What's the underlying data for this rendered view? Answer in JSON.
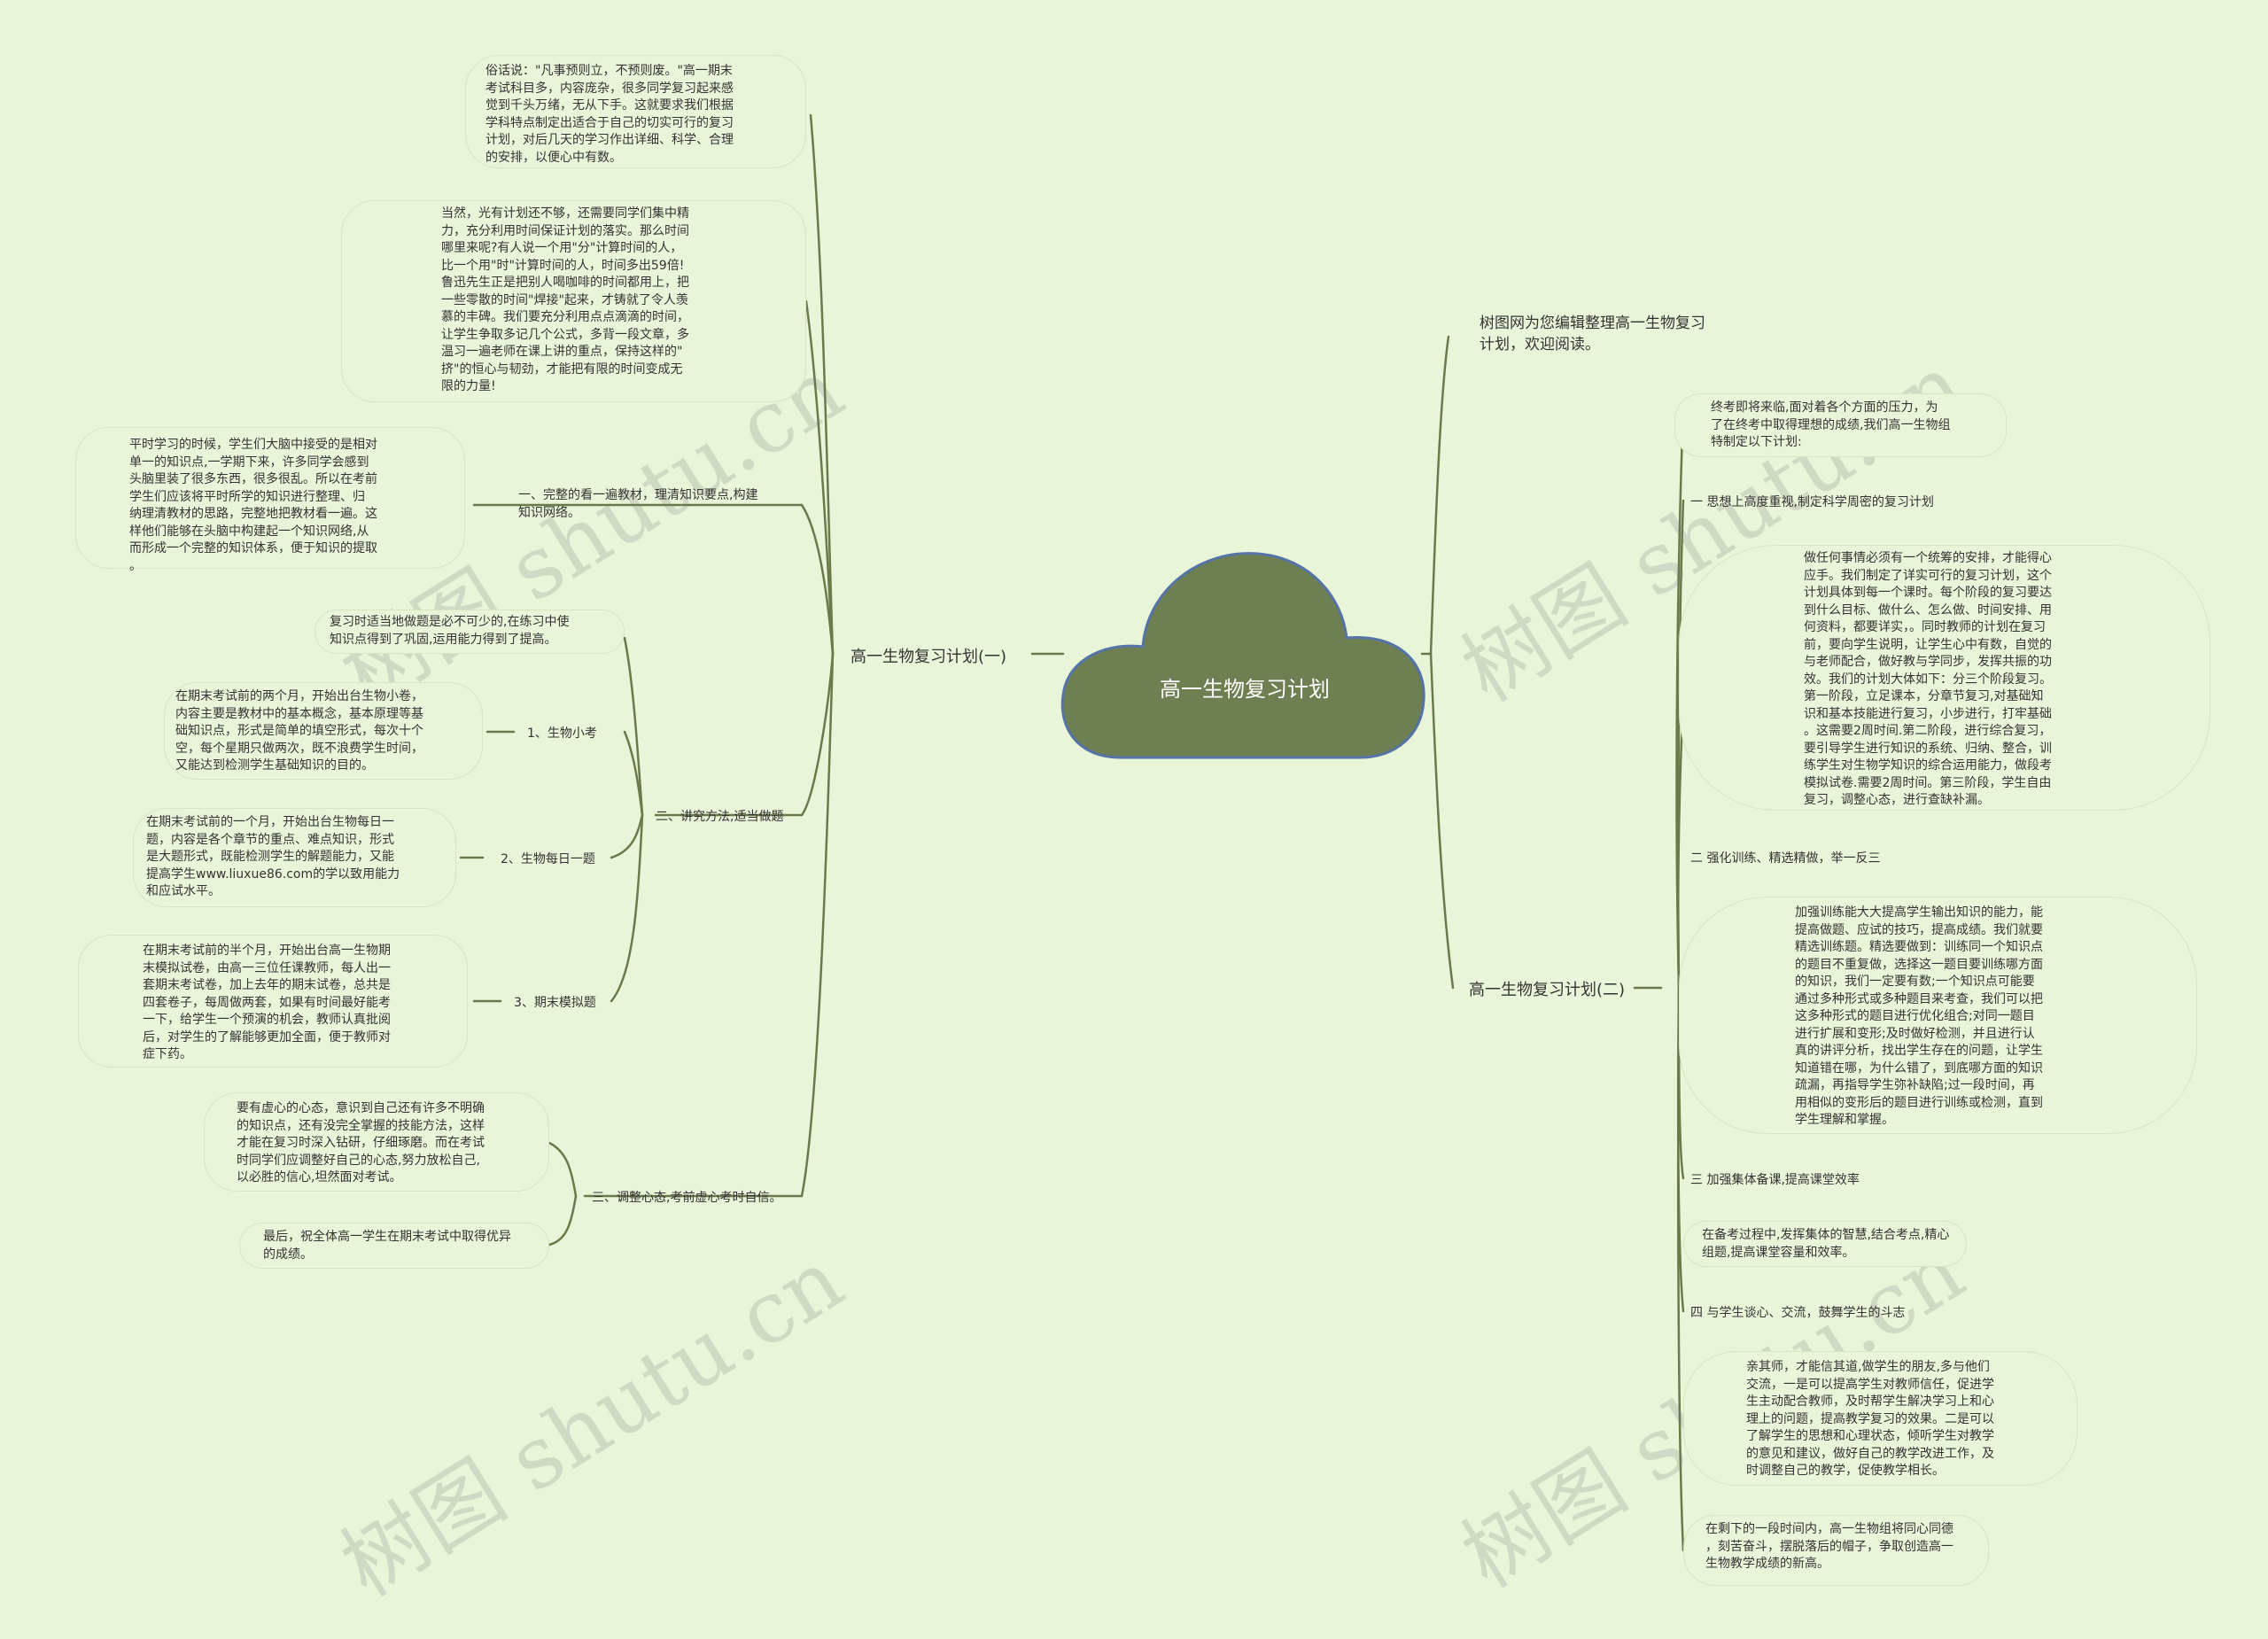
{
  "center": {
    "title": "高一生物复习计划"
  },
  "watermark": "树图 shutu.cn",
  "left_branch": {
    "title": "高一生物复习计划(一)",
    "intro1": "俗话说：\"凡事预则立，不预则废。\"高一期末\n考试科目多，内容庞杂，很多同学复习起来感\n觉到千头万绪，无从下手。这就要求我们根据\n学科特点制定出适合于自己的切实可行的复习\n计划，对后几天的学习作出详细、科学、合理\n的安排，以便心中有数。",
    "intro2": "当然，光有计划还不够，还需要同学们集中精\n力，充分利用时间保证计划的落实。那么时间\n哪里来呢?有人说一个用\"分\"计算时间的人，\n比一个用\"时\"计算时间的人，时间多出59倍!\n鲁迅先生正是把别人喝咖啡的时间都用上，把\n一些零散的时间\"焊接\"起来，才铸就了令人羡\n慕的丰碑。我们要充分利用点点滴滴的时间，\n让学生争取多记几个公式，多背一段文章，多\n温习一遍老师在课上讲的重点，保持这样的\"\n挤\"的恒心与韧劲，才能把有限的时间变成无\n限的力量!",
    "s1": {
      "label": "一、完整的看一遍教材，理清知识要点,构建\n知识网络。",
      "detail": "平时学习的时候，学生们大脑中接受的是相对\n单一的知识点,一学期下来，许多同学会感到\n头脑里装了很多东西，很多很乱。所以在考前\n学生们应该将平时所学的知识进行整理、归\n纳理清教材的思路，完整地把教材看一遍。这\n样他们能够在头脑中构建起一个知识网络,从\n而形成一个完整的知识体系，便于知识的提取\n。"
    },
    "s2": {
      "label": "二、讲究方法,适当做题",
      "detail": "复习时适当地做题是必不可少的,在练习中使\n知识点得到了巩固,运用能力得到了提高。",
      "sub1": {
        "label": "1、生物小考",
        "detail": "在期末考试前的两个月，开始出台生物小卷，\n内容主要是教材中的基本概念，基本原理等基\n础知识点，形式是简单的填空形式，每次十个\n空，每个星期只做两次，既不浪费学生时间，\n又能达到检测学生基础知识的目的。"
      },
      "sub2": {
        "label": "2、生物每日一题",
        "detail": "在期末考试前的一个月，开始出台生物每日一\n题，内容是各个章节的重点、难点知识，形式\n是大题形式，既能检测学生的解题能力，又能\n提高学生www.liuxue86.com的学以致用能力\n和应试水平。"
      },
      "sub3": {
        "label": "3、期末模拟题",
        "detail": "在期末考试前的半个月，开始出台高一生物期\n末模拟试卷，由高一三位任课教师，每人出一\n套期末考试卷，加上去年的期末试卷，总共是\n四套卷子，每周做两套，如果有时间最好能考\n一下，给学生一个预演的机会，教师认真批阅\n后，对学生的了解能够更加全面，便于教师对\n症下药。"
      }
    },
    "s3": {
      "label": "三、调整心态,考前虚心考时自信。",
      "detail1": "要有虚心的心态，意识到自己还有许多不明确\n的知识点，还有没完全掌握的技能方法，这样\n才能在复习时深入钻研，仔细琢磨。而在考试\n时同学们应调整好自己的心态,努力放松自己,\n以必胜的信心,坦然面对考试。",
      "detail2": "最后，祝全体高一学生在期末考试中取得优异\n的成绩。"
    }
  },
  "right_top": {
    "text": "树图网为您编辑整理高一生物复习\n计划，欢迎阅读。"
  },
  "right_branch": {
    "title": "高一生物复习计划(二)",
    "intro": "终考即将来临,面对着各个方面的压力，为\n了在终考中取得理想的成绩,我们高一生物组\n特制定以下计划:",
    "p1": {
      "label": "一 思想上高度重视,制定科学周密的复习计划",
      "detail": "做任何事情必须有一个统筹的安排，才能得心\n应手。我们制定了详实可行的复习计划，这个\n计划具体到每一个课时。每个阶段的复习要达\n到什么目标、做什么、怎么做、时间安排、用\n何资料，都要详实，。同时教师的计划在复习\n前，要向学生说明，让学生心中有数，自觉的\n与老师配合，做好教与学同步，发挥共振的功\n效。我们的计划大体如下：分三个阶段复习。\n第一阶段，立足课本，分章节复习,对基础知\n识和基本技能进行复习，小步进行，打牢基础\n。这需要2周时间.第二阶段，进行综合复习，\n要引导学生进行知识的系统、归纳、整合，训\n练学生对生物学知识的综合运用能力，做段考\n模拟试卷.需要2周时间。第三阶段，学生自由\n复习，调整心态，进行查缺补漏。"
    },
    "p2": {
      "label": "二 强化训练、精选精做，举一反三",
      "detail": "加强训练能大大提高学生输出知识的能力，能\n提高做题、应试的技巧，提高成绩。我们就要\n精选训练题。精选要做到：训练同一个知识点\n的题目不重复做，选择这一题目要训练哪方面\n的知识，我们一定要有数;一个知识点可能要\n通过多种形式或多种题目来考查，我们可以把\n这多种形式的题目进行优化组合;对同一题目\n进行扩展和变形;及时做好检测，并且进行认\n真的讲评分析，找出学生存在的问题，让学生\n知道错在哪，为什么错了，到底哪方面的知识\n疏漏，再指导学生弥补缺陷;过一段时间，再\n用相似的变形后的题目进行训练或检测，直到\n学生理解和掌握。"
    },
    "p3": {
      "label": "三 加强集体备课,提高课堂效率",
      "detail": "在备考过程中,发挥集体的智慧,结合考点,精心\n组题,提高课堂容量和效率。"
    },
    "p4": {
      "label": "四 与学生谈心、交流，鼓舞学生的斗志",
      "detail": "亲其师，才能信其道,做学生的朋友,多与他们\n交流，一是可以提高学生对教师信任，促进学\n生主动配合教师，及时帮学生解决学习上和心\n理上的问题，提高教学复习的效果。二是可以\n了解学生的思想和心理状态，倾听学生对教学\n的意见和建议，做好自己的教学改进工作，及\n时调整自己的教学，促使教学相长。"
    },
    "closing": "在剩下的一段时间内，高一生物组将同心同德\n，刻苦奋斗，摆脱落后的帽子，争取创造高一\n生物教学成绩的新高。"
  }
}
